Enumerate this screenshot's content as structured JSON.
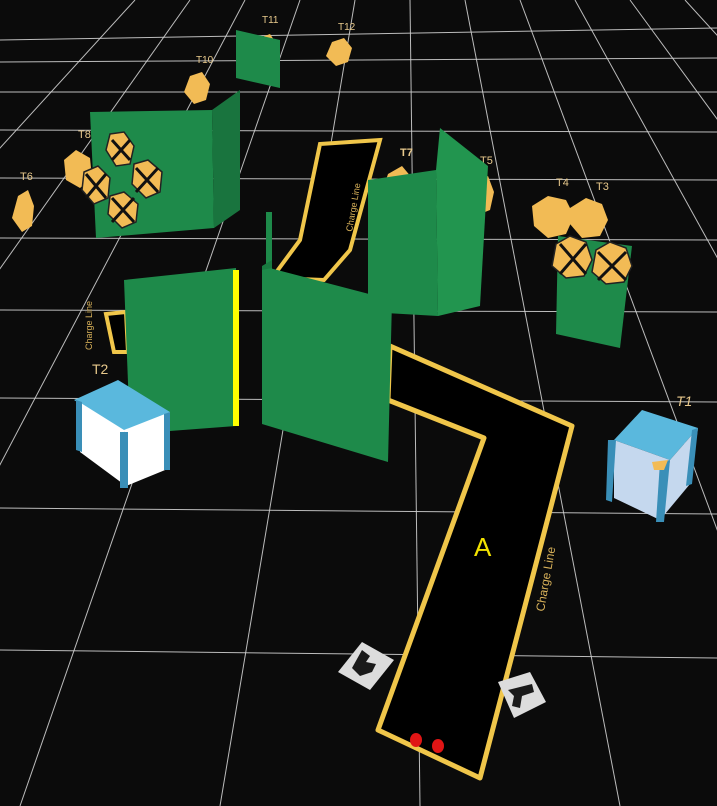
{
  "scene": {
    "targets": {
      "t1": "T1",
      "t2": "T2",
      "t3": "T3",
      "t4": "T4",
      "t5": "T5",
      "t6": "T6",
      "t7": "T7",
      "t8": "T8",
      "t10": "T10",
      "t11": "T11",
      "t12": "T12"
    },
    "zone_label": "A",
    "path_labels": {
      "charge_line": "Charge Line",
      "side_wall_text": "Charge Line",
      "upper_path_text": "Charge Line"
    },
    "colors": {
      "background": "#0b0b0b",
      "grid": "#d8d8d8",
      "path_outline": "#f0c64a",
      "wall_green": "#1e8a4a",
      "target_tan": "#f2bb55",
      "shelter_blue": "#5ab8dd",
      "fault_line": "#ffff00",
      "start_marker": "#e01515"
    },
    "icons": [
      "walk-arrow-icon",
      "pistol-icon",
      "no-shoot-x-icon",
      "start-position-icon"
    ]
  }
}
